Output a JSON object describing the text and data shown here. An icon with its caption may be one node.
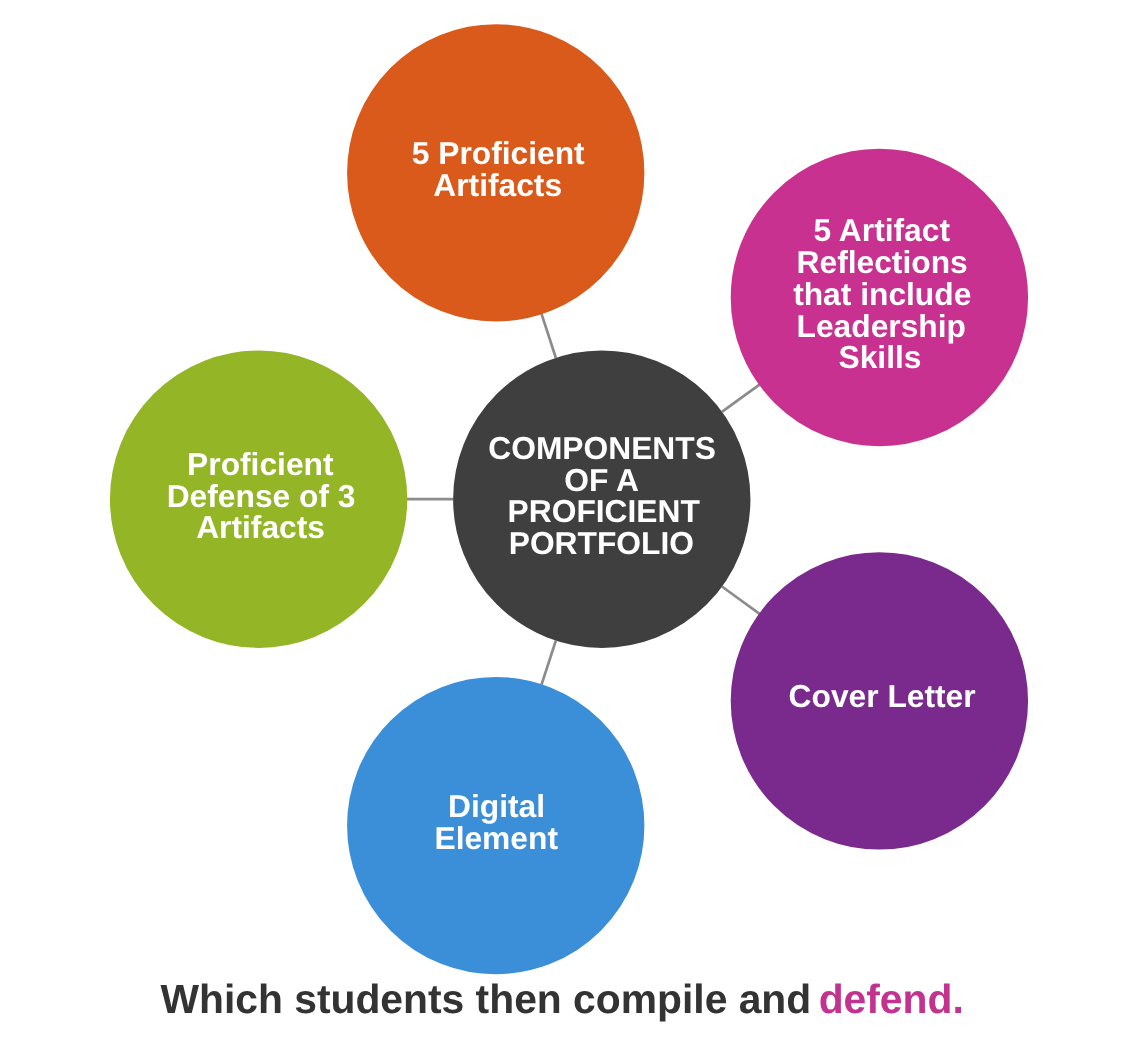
{
  "diagram": {
    "caption": "Which students then compile and defend.",
    "nodes": [
      {
        "text": [
          "COMPONENTS OF A PROFICIENT PORTFOLIO"
        ]
      },
      {
        "text": [
          "5 Proficient Artifacts"
        ]
      },
      {
        "text": [
          "5 Artifact Reflections that include Leadership Skills"
        ]
      },
      {
        "text": [
          "Cover Letter"
        ]
      },
      {
        "text": [
          "Digital Element"
        ]
      },
      {
        "text": [
          "Proficient Defense of 3 Artifacts"
        ]
      }
    ],
    "edges": [
      {
        "from": 0,
        "to": 1,
        "arrow": "none"
      },
      {
        "from": 0,
        "to": 2,
        "arrow": "none"
      },
      {
        "from": 0,
        "to": 3,
        "arrow": "none"
      },
      {
        "from": 0,
        "to": 4,
        "arrow": "none"
      },
      {
        "from": 0,
        "to": 5,
        "arrow": "none"
      }
    ]
  }
}
